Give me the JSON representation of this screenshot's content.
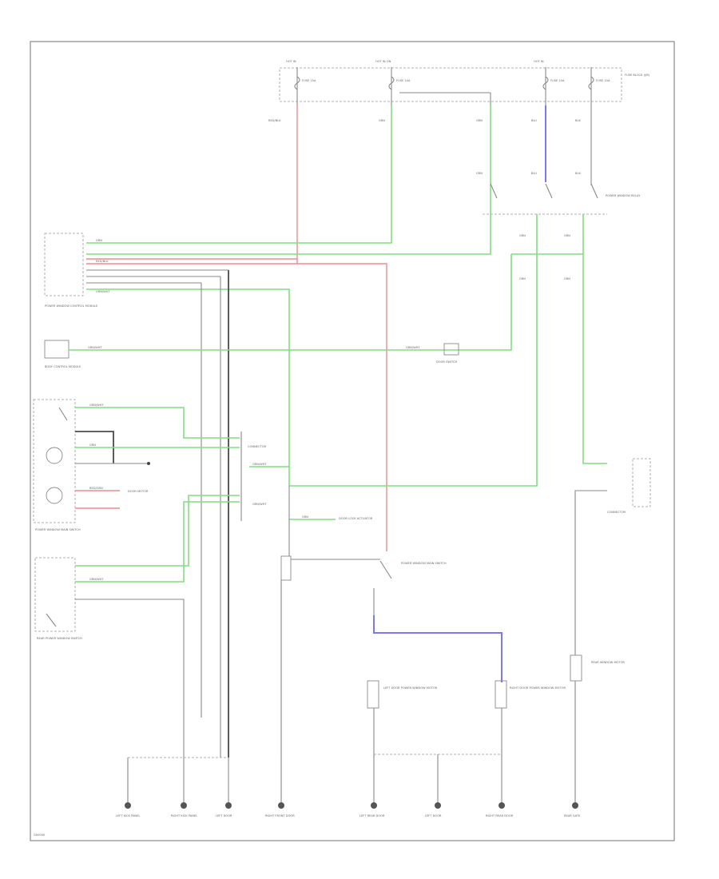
{
  "labels": {
    "fuse_hot1": "HOT IN",
    "fuse_hot2": "HOT IN ON",
    "fuse_hot3": "HOT IN",
    "fuse_box": "FUSE BLOCK (J/B)",
    "fuse_f1": "FUSE 15A",
    "fuse_f2": "FUSE 10A",
    "fuse_f3": "FUSE 10A",
    "fuse_f4": "FUSE 10A",
    "wire_red_blk": "RED/BLK",
    "wire_grn": "GRN",
    "wire_blu": "BLU",
    "wire_blk": "BLK",
    "wire_grn_wht": "GRN/WHT",
    "wire_red_grn": "RED/GRN",
    "relay": "POWER WINDOW RELAY",
    "module": "POWER WINDOW CONTROL MODULE",
    "body_control": "BODY CONTROL MODULE",
    "door_switch": "DOOR SWITCH",
    "main_switch": "POWER WINDOW MAIN SWITCH",
    "front_motor": "DOOR MOTOR",
    "rear_switch": "REAR POWER WINDOW SWITCH",
    "door_lock": "DOOR LOCK ACTUATOR",
    "connector": "CONNECTOR",
    "lh_motor": "LEFT DOOR POWER WINDOW MOTOR",
    "rh_motor": "RIGHT DOOR POWER WINDOW MOTOR",
    "rear_motor": "REAR WINDOW MOTOR",
    "gnd1": "LEFT KICK PANEL",
    "gnd2": "RIGHT KICK PANEL",
    "gnd3": "LEFT DOOR",
    "gnd4": "RIGHT FRONT DOOR",
    "gnd5": "LEFT REAR DOOR",
    "gnd6": "LEFT DOOR",
    "gnd7": "RIGHT REAR DOOR",
    "gnd8": "REAR GATE",
    "footer": "G00000"
  }
}
